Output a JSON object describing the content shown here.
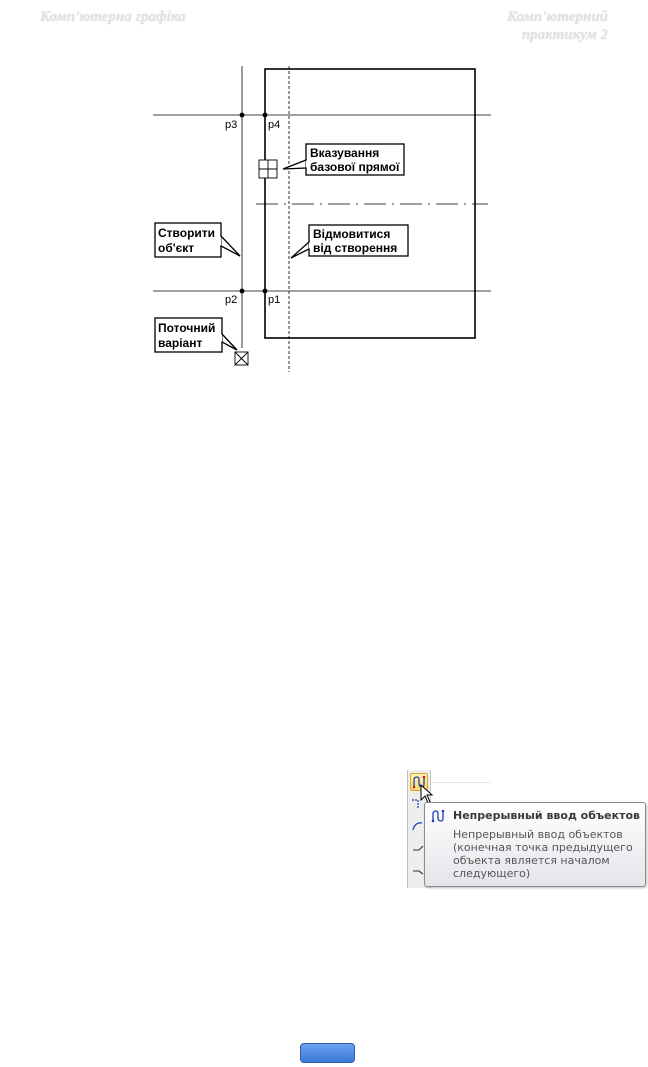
{
  "header": {
    "left": "Комп'ютерна графіка",
    "right_line1": "Комп'ютерний",
    "right_line2": "практикум 2"
  },
  "figure": {
    "callouts": {
      "base_line": [
        "Вказування",
        "базової прямої"
      ],
      "cancel": [
        "Відмовитися",
        "від створення"
      ],
      "create": [
        "Створити",
        "об'єкт"
      ],
      "current": [
        "Поточний",
        "варіант"
      ]
    },
    "points": {
      "p1": "p1",
      "p2": "p2",
      "p3": "p3",
      "p4": "p4"
    }
  },
  "tooltip": {
    "title": "Непрерывный ввод объектов",
    "body": "Непрерывный ввод объектов (конечная точка предыдущего объекта является началом следующего)"
  },
  "icons": {
    "toolbar_active": "continuous-input-icon",
    "cursor": "cursor-arrow-icon"
  },
  "colors": {
    "header": "#e2e2e2",
    "nav_button": "#4a86e0"
  }
}
